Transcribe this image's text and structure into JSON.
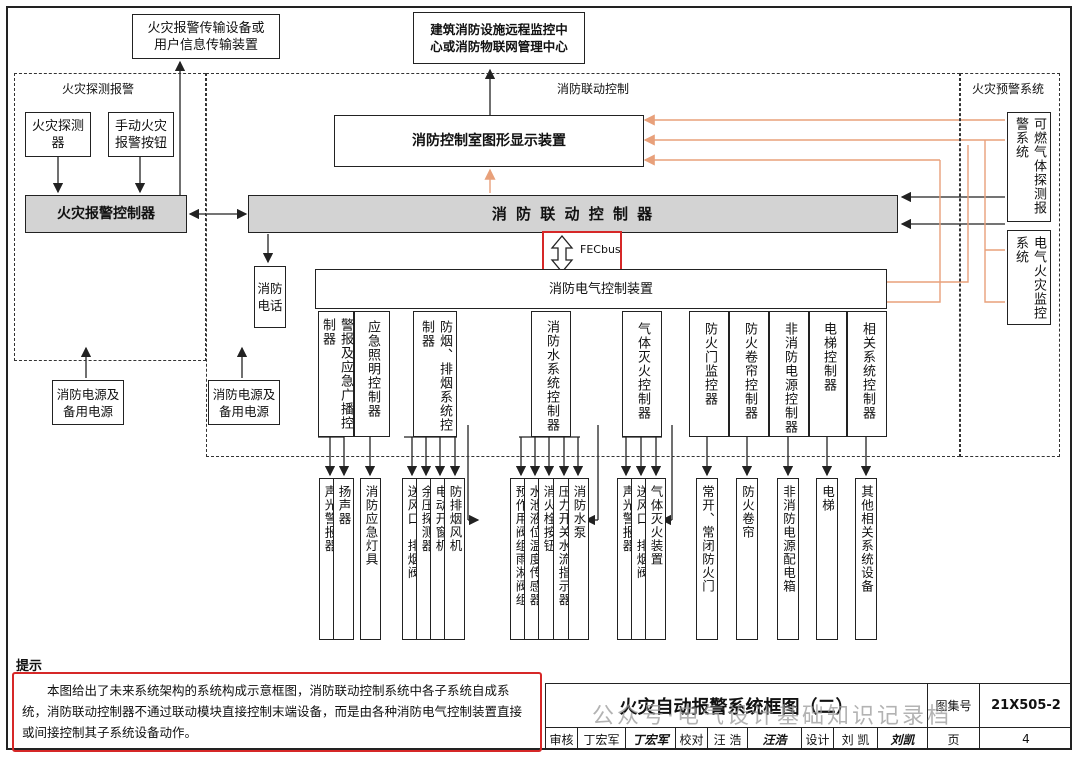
{
  "top": {
    "transmission": "火灾报警传输设备或\n用户信息传输装置",
    "remote_center": "建筑消防设施远程监控中\n心或消防物联网管理中心"
  },
  "regions": {
    "detection": "火灾探测报警",
    "linkage": "消防联动控制",
    "prewarning": "火灾预警系统"
  },
  "detection": {
    "detector": "火灾探测器",
    "manual_button": "手动火灾\n报警按钮",
    "alarm_controller": "火灾报警控制器"
  },
  "linkage": {
    "graphic_display": "消防控制室图形显示装置",
    "controller": "消 防 联 动 控 制 器",
    "fecbus": "FECbus",
    "phone": "消防\n电话",
    "elec_control": "消防电气控制装置"
  },
  "prewarning": {
    "gas": "可燃气体探测报警系统",
    "electric": "电气火灾监控系统"
  },
  "power": {
    "left": "消防电源及\n备用电源",
    "right": "消防电源及\n备用电源"
  },
  "controllers": [
    "警报及应急广播控制器",
    "应急照明控制器",
    "防烟、排烟系统控制器",
    "消防水系统控制器",
    "气体灭火控制器",
    "防火门监控器",
    "防火卷帘控制器",
    "非消防电源控制器",
    "电梯控制器",
    "相关系统控制器"
  ],
  "devices": [
    "声光警报器",
    "扬声器",
    "消防应急灯具",
    "送风口、排烟阀",
    "余压探测器",
    "电动开窗机",
    "防排烟风机",
    "预作用阀组雨淋阀组",
    "水池液位温度传感器",
    "消火栓按钮",
    "压力开关水流指示器",
    "消防水泵",
    "声光警报器",
    "送风口、排烟阀",
    "气体灭火装置",
    "常开、常闭防火门",
    "防火卷帘",
    "非消防电源配电箱",
    "电梯",
    "其他相关系统设备"
  ],
  "note": {
    "title": "提示",
    "text": "本图给出了未来系统架构的系统构成示意框图，消防联动控制系统中各子系统自成系统，消防联动控制器不通过联动模块直接控制末端设备，而是由各种消防电气控制装置直接或间接控制其子系统设备动作。"
  },
  "title_block": {
    "title": "火灾自动报警系统框图（二）",
    "atlas_label": "图集号",
    "atlas_no": "21X505-2",
    "review_label": "审核",
    "reviewer": "丁宏军",
    "check_label": "校对",
    "checker": "汪 浩",
    "design_label": "设计",
    "designer": "刘 凯",
    "page_label": "页",
    "page_no": "4"
  },
  "watermark": "公众号·电气设计基础知识记录档",
  "colors": {
    "accent_line": "#e8a07a",
    "highlight": "#d62828",
    "fill_gray": "#d3d3d3"
  }
}
